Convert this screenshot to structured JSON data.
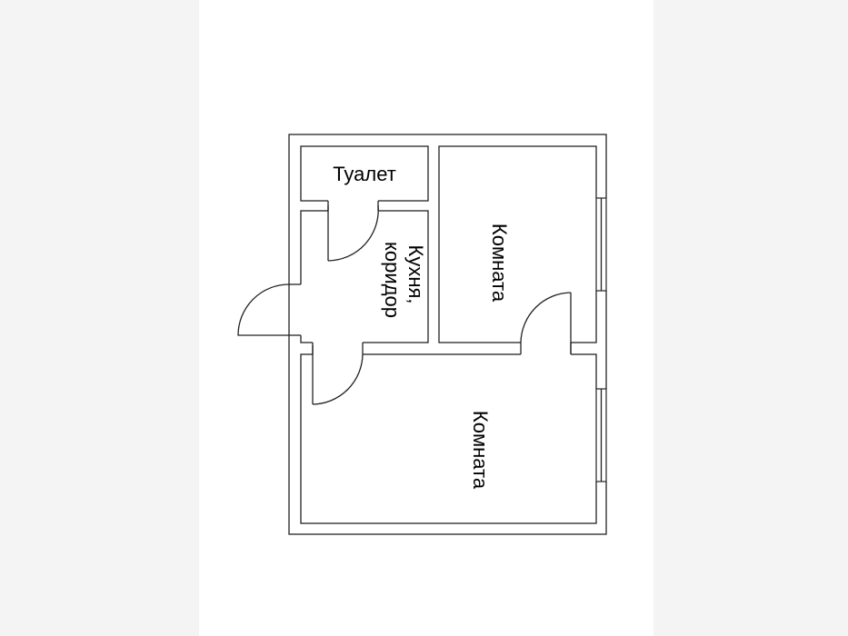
{
  "plan": {
    "rooms": {
      "toilet": "Туалет",
      "kitchen_line1": "Кухня,",
      "kitchen_line2": "коридор",
      "room_upper": "Комната",
      "room_lower": "Комната"
    }
  },
  "colors": {
    "line": "#222222",
    "background": "#ffffff",
    "side_margin": "#f4f4f4"
  }
}
